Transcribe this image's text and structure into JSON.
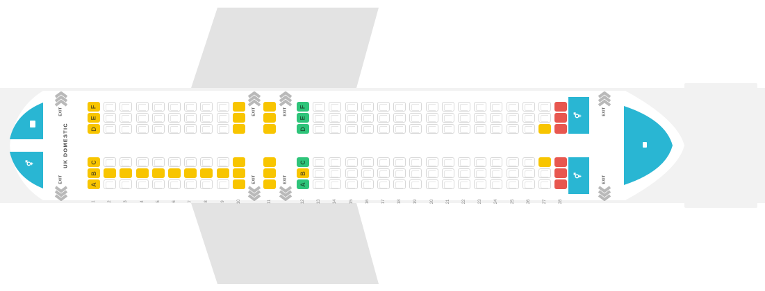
{
  "colors": {
    "available": "#ffffff",
    "selected_yellow": "#f8c500",
    "extra_legroom_green": "#2fc47a",
    "blocked_red": "#e8574f",
    "facility_blue": "#29b6d3",
    "fuselage_gray": "#f2f2f2",
    "wing_gray": "#e3e3e3",
    "exit_chevron_gray": "#b9b9b9"
  },
  "cabin_label": "UK DOMESTIC",
  "exit_label": "EXIT",
  "seat_letters_upper": [
    "F",
    "E",
    "D"
  ],
  "seat_letters_lower": [
    "C",
    "B",
    "A"
  ],
  "rows": [
    "1",
    "2",
    "3",
    "4",
    "5",
    "6",
    "7",
    "8",
    "9",
    "10",
    "11",
    "12",
    "13",
    "14",
    "15",
    "16",
    "17",
    "18",
    "19",
    "20",
    "21",
    "22",
    "23",
    "24",
    "25",
    "26",
    "27",
    "28"
  ],
  "facilities": {
    "front_upper": "luggage-icon",
    "front_lower": "lavatory-icon",
    "rear_upper": "lavatory-icon",
    "rear_lower": "lavatory-icon",
    "tail": "luggage-icon"
  },
  "seat_status": {
    "1": {
      "F": "yellow",
      "E": "yellow",
      "D": "yellow",
      "C": "yellow",
      "B": "yellow",
      "A": "yellow"
    },
    "2": {
      "F": "available",
      "E": "available",
      "D": "available",
      "C": "available",
      "B": "yellow",
      "A": "available"
    },
    "3": {
      "F": "available",
      "E": "available",
      "D": "available",
      "C": "available",
      "B": "yellow",
      "A": "available"
    },
    "4": {
      "F": "available",
      "E": "available",
      "D": "available",
      "C": "available",
      "B": "yellow",
      "A": "available"
    },
    "5": {
      "F": "available",
      "E": "available",
      "D": "available",
      "C": "available",
      "B": "yellow",
      "A": "available"
    },
    "6": {
      "F": "available",
      "E": "available",
      "D": "available",
      "C": "available",
      "B": "yellow",
      "A": "available"
    },
    "7": {
      "F": "available",
      "E": "available",
      "D": "available",
      "C": "available",
      "B": "yellow",
      "A": "available"
    },
    "8": {
      "F": "available",
      "E": "available",
      "D": "available",
      "C": "available",
      "B": "yellow",
      "A": "available"
    },
    "9": {
      "F": "available",
      "E": "available",
      "D": "available",
      "C": "available",
      "B": "yellow",
      "A": "available"
    },
    "10": {
      "F": "yellow",
      "E": "yellow",
      "D": "yellow",
      "C": "yellow",
      "B": "yellow",
      "A": "yellow"
    },
    "11": {
      "F": "yellow",
      "E": "yellow",
      "D": "yellow",
      "C": "yellow",
      "B": "yellow",
      "A": "yellow"
    },
    "12": {
      "F": "green",
      "E": "green",
      "D": "green",
      "C": "green",
      "B": "yellow",
      "A": "green"
    },
    "13": {
      "F": "available",
      "E": "available",
      "D": "available",
      "C": "available",
      "B": "available",
      "A": "available"
    },
    "14": {
      "F": "available",
      "E": "available",
      "D": "available",
      "C": "available",
      "B": "available",
      "A": "available"
    },
    "15": {
      "F": "available",
      "E": "available",
      "D": "available",
      "C": "available",
      "B": "available",
      "A": "available"
    },
    "16": {
      "F": "available",
      "E": "available",
      "D": "available",
      "C": "available",
      "B": "available",
      "A": "available"
    },
    "17": {
      "F": "available",
      "E": "available",
      "D": "available",
      "C": "available",
      "B": "available",
      "A": "available"
    },
    "18": {
      "F": "available",
      "E": "available",
      "D": "available",
      "C": "available",
      "B": "available",
      "A": "available"
    },
    "19": {
      "F": "available",
      "E": "available",
      "D": "available",
      "C": "available",
      "B": "available",
      "A": "available"
    },
    "20": {
      "F": "available",
      "E": "available",
      "D": "available",
      "C": "available",
      "B": "available",
      "A": "available"
    },
    "21": {
      "F": "available",
      "E": "available",
      "D": "available",
      "C": "available",
      "B": "available",
      "A": "available"
    },
    "22": {
      "F": "available",
      "E": "available",
      "D": "available",
      "C": "available",
      "B": "available",
      "A": "available"
    },
    "23": {
      "F": "available",
      "E": "available",
      "D": "available",
      "C": "available",
      "B": "available",
      "A": "available"
    },
    "24": {
      "F": "available",
      "E": "available",
      "D": "available",
      "C": "available",
      "B": "available",
      "A": "available"
    },
    "25": {
      "F": "available",
      "E": "available",
      "D": "available",
      "C": "available",
      "B": "available",
      "A": "available"
    },
    "26": {
      "F": "available",
      "E": "available",
      "D": "available",
      "C": "available",
      "B": "available",
      "A": "available"
    },
    "27": {
      "F": "available",
      "E": "available",
      "D": "yellow",
      "C": "yellow",
      "B": "available",
      "A": "available"
    },
    "28": {
      "F": "red",
      "E": "red",
      "D": "red",
      "C": "red",
      "B": "red",
      "A": "red"
    }
  }
}
